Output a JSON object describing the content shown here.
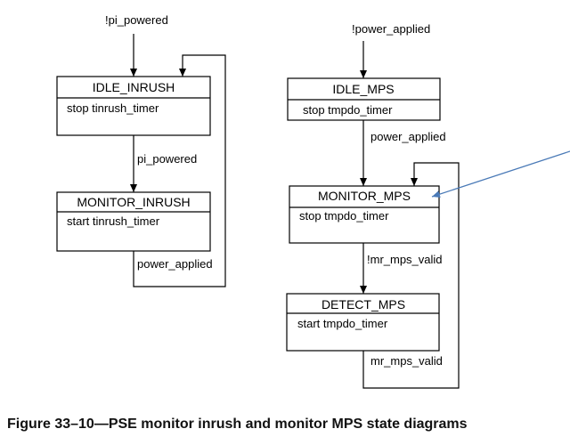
{
  "left_diagram": {
    "entry_label": "!pi_powered",
    "states": [
      {
        "name": "IDLE_INRUSH",
        "action": "stop tinrush_timer"
      },
      {
        "name": "MONITOR_INRUSH",
        "action": "start tinrush_timer"
      }
    ],
    "transitions": [
      "pi_powered",
      "power_applied"
    ]
  },
  "right_diagram": {
    "entry_label": "!power_applied",
    "states": [
      {
        "name": "IDLE_MPS",
        "action": "stop tmpdo_timer"
      },
      {
        "name": "MONITOR_MPS",
        "action": "stop tmpdo_timer"
      },
      {
        "name": "DETECT_MPS",
        "action": "start tmpdo_timer"
      }
    ],
    "transitions": [
      "power_applied",
      "!mr_mps_valid",
      "mr_mps_valid"
    ]
  },
  "caption": "Figure 33–10—PSE monitor inrush and monitor MPS state diagrams",
  "colors": {
    "line": "#000000",
    "annotation_arrow": "#4a7ab7"
  }
}
